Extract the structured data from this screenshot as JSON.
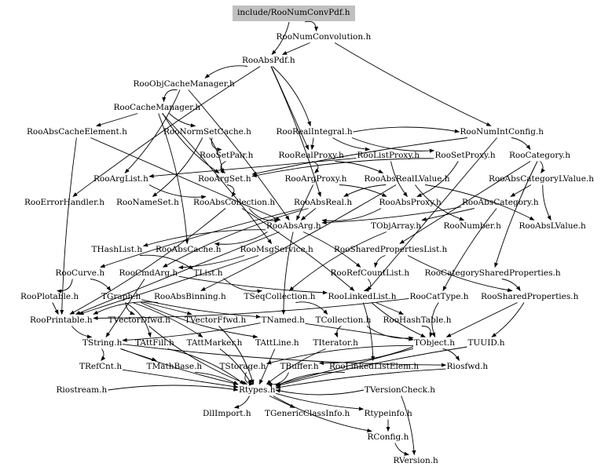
{
  "diagram": {
    "type": "include-dependency-graph",
    "root": "include/RooNumConvPdf.h",
    "colors": {
      "root_fill": "#c0c0c0",
      "edge": "#000000",
      "text": "#000000",
      "background": "#ffffff"
    },
    "nodes": [
      {
        "id": "root",
        "label": "include/RooNumConvPdf.h"
      },
      {
        "id": "RooNumConvolution",
        "label": "RooNumConvolution.h"
      },
      {
        "id": "RooAbsPdf",
        "label": "RooAbsPdf.h"
      },
      {
        "id": "RooObjCacheManager",
        "label": "RooObjCacheManager.h"
      },
      {
        "id": "RooCacheManager",
        "label": "RooCacheManager.h"
      },
      {
        "id": "RooAbsCacheElement",
        "label": "RooAbsCacheElement.h"
      },
      {
        "id": "RooNormSetCache",
        "label": "RooNormSetCache.h"
      },
      {
        "id": "RooRealIntegral",
        "label": "RooRealIntegral.h"
      },
      {
        "id": "RooNumIntConfig",
        "label": "RooNumIntConfig.h"
      },
      {
        "id": "RooSetPair",
        "label": "RooSetPair.h"
      },
      {
        "id": "RooRealProxy",
        "label": "RooRealProxy.h"
      },
      {
        "id": "RooListProxy",
        "label": "RooListProxy.h"
      },
      {
        "id": "RooSetProxy",
        "label": "RooSetProxy.h"
      },
      {
        "id": "RooCategory",
        "label": "RooCategory.h"
      },
      {
        "id": "RooArgList",
        "label": "RooArgList.h"
      },
      {
        "id": "RooArgSet",
        "label": "RooArgSet.h"
      },
      {
        "id": "RooArgProxy",
        "label": "RooArgProxy.h"
      },
      {
        "id": "RooAbsRealLValue",
        "label": "RooAbsRealLValue.h"
      },
      {
        "id": "RooAbsCategoryLValue",
        "label": "RooAbsCategoryLValue.h"
      },
      {
        "id": "RooErrorHandler",
        "label": "RooErrorHandler.h"
      },
      {
        "id": "RooNameSet",
        "label": "RooNameSet.h"
      },
      {
        "id": "RooAbsCollection",
        "label": "RooAbsCollection.h"
      },
      {
        "id": "RooAbsReal",
        "label": "RooAbsReal.h"
      },
      {
        "id": "RooAbsProxy",
        "label": "RooAbsProxy.h"
      },
      {
        "id": "RooAbsCategory",
        "label": "RooAbsCategory.h"
      },
      {
        "id": "RooAbsArg",
        "label": "RooAbsArg.h"
      },
      {
        "id": "TObjArray",
        "label": "TObjArray.h"
      },
      {
        "id": "RooNumber",
        "label": "RooNumber.h"
      },
      {
        "id": "RooAbsLValue",
        "label": "RooAbsLValue.h"
      },
      {
        "id": "THashList",
        "label": "THashList.h"
      },
      {
        "id": "RooAbsCache",
        "label": "RooAbsCache.h"
      },
      {
        "id": "RooMsgService",
        "label": "RooMsgService.h"
      },
      {
        "id": "RooSharedPropertiesList",
        "label": "RooSharedPropertiesList.h"
      },
      {
        "id": "RooCurve",
        "label": "RooCurve.h"
      },
      {
        "id": "RooCmdArg",
        "label": "RooCmdArg.h"
      },
      {
        "id": "TList",
        "label": "TList.h"
      },
      {
        "id": "RooRefCountList",
        "label": "RooRefCountList.h"
      },
      {
        "id": "RooCategorySharedProperties",
        "label": "RooCategorySharedProperties.h"
      },
      {
        "id": "RooPlotable",
        "label": "RooPlotable.h"
      },
      {
        "id": "TGraph",
        "label": "TGraph.h"
      },
      {
        "id": "RooAbsBinning",
        "label": "RooAbsBinning.h"
      },
      {
        "id": "TSeqCollection",
        "label": "TSeqCollection.h"
      },
      {
        "id": "RooLinkedList",
        "label": "RooLinkedList.h"
      },
      {
        "id": "RooCatType",
        "label": "RooCatType.h"
      },
      {
        "id": "RooSharedProperties",
        "label": "RooSharedProperties.h"
      },
      {
        "id": "RooPrintable",
        "label": "RooPrintable.h"
      },
      {
        "id": "TVectorDfwd",
        "label": "TVectorDfwd.h"
      },
      {
        "id": "TVectorFfwd",
        "label": "TVectorFfwd.h"
      },
      {
        "id": "TNamed",
        "label": "TNamed.h"
      },
      {
        "id": "TCollection",
        "label": "TCollection.h"
      },
      {
        "id": "RooHashTable",
        "label": "RooHashTable.h"
      },
      {
        "id": "TString",
        "label": "TString.h"
      },
      {
        "id": "TAttFill",
        "label": "TAttFill.h"
      },
      {
        "id": "TAttMarker",
        "label": "TAttMarker.h"
      },
      {
        "id": "TAttLine",
        "label": "TAttLine.h"
      },
      {
        "id": "TIterator",
        "label": "TIterator.h"
      },
      {
        "id": "TObject",
        "label": "TObject.h"
      },
      {
        "id": "TUUID",
        "label": "TUUID.h"
      },
      {
        "id": "TRefCnt",
        "label": "TRefCnt.h"
      },
      {
        "id": "TMathBase",
        "label": "TMathBase.h"
      },
      {
        "id": "TStorage",
        "label": "TStorage.h"
      },
      {
        "id": "TBuffer",
        "label": "TBuffer.h"
      },
      {
        "id": "RooLinkedListElem",
        "label": "RooLinkedListElem.h"
      },
      {
        "id": "Riosfwd",
        "label": "Riosfwd.h"
      },
      {
        "id": "Riostream",
        "label": "Riostream.h"
      },
      {
        "id": "Rtypes",
        "label": "Rtypes.h"
      },
      {
        "id": "TVersionCheck",
        "label": "TVersionCheck.h"
      },
      {
        "id": "DllImport",
        "label": "DllImport.h"
      },
      {
        "id": "TGenericClassInfo",
        "label": "TGenericClassInfo.h"
      },
      {
        "id": "Rtypeinfo",
        "label": "Rtypeinfo.h"
      },
      {
        "id": "RConfig",
        "label": "RConfig.h"
      },
      {
        "id": "RVersion",
        "label": "RVersion.h"
      }
    ],
    "edges": [
      [
        "root",
        "RooNumConvolution"
      ],
      [
        "root",
        "RooAbsPdf"
      ],
      [
        "RooNumConvolution",
        "RooAbsPdf"
      ],
      [
        "RooNumConvolution",
        "RooNumIntConfig"
      ],
      [
        "RooAbsPdf",
        "RooObjCacheManager"
      ],
      [
        "RooAbsPdf",
        "RooRealIntegral"
      ],
      [
        "RooAbsPdf",
        "RooAbsReal"
      ],
      [
        "RooAbsPdf",
        "RooRealProxy"
      ],
      [
        "RooAbsPdf",
        "RooErrorHandler"
      ],
      [
        "RooObjCacheManager",
        "RooCacheManager"
      ],
      [
        "RooObjCacheManager",
        "RooArgList"
      ],
      [
        "RooObjCacheManager",
        "RooAbsArg"
      ],
      [
        "RooCacheManager",
        "RooAbsCacheElement"
      ],
      [
        "RooCacheManager",
        "RooNormSetCache"
      ],
      [
        "RooCacheManager",
        "RooArgSet"
      ],
      [
        "RooCacheManager",
        "RooAbsCache"
      ],
      [
        "RooCacheManager",
        "RooMsgService"
      ],
      [
        "RooAbsCacheElement",
        "RooAbsArg"
      ],
      [
        "RooAbsCacheElement",
        "RooPrintable"
      ],
      [
        "RooNormSetCache",
        "RooSetPair"
      ],
      [
        "RooNormSetCache",
        "RooNameSet"
      ],
      [
        "RooNormSetCache",
        "RooArgSet"
      ],
      [
        "RooRealIntegral",
        "RooRealProxy"
      ],
      [
        "RooRealIntegral",
        "RooListProxy"
      ],
      [
        "RooRealIntegral",
        "RooSetProxy"
      ],
      [
        "RooRealIntegral",
        "RooNumIntConfig"
      ],
      [
        "RooNumIntConfig",
        "RooCategory"
      ],
      [
        "RooNumIntConfig",
        "RooLinkedList"
      ],
      [
        "RooNumIntConfig",
        "RooArgSet"
      ],
      [
        "RooSetPair",
        "RooArgSet"
      ],
      [
        "RooRealProxy",
        "RooArgProxy"
      ],
      [
        "RooRealProxy",
        "RooAbsRealLValue"
      ],
      [
        "RooListProxy",
        "RooArgList"
      ],
      [
        "RooListProxy",
        "RooAbsProxy"
      ],
      [
        "RooSetProxy",
        "RooArgSet"
      ],
      [
        "RooSetProxy",
        "RooAbsProxy"
      ],
      [
        "RooCategory",
        "RooAbsCategoryLValue"
      ],
      [
        "RooCategory",
        "RooSharedPropertiesList"
      ],
      [
        "RooCategory",
        "RooCategorySharedProperties"
      ],
      [
        "RooArgList",
        "RooAbsCollection"
      ],
      [
        "RooArgSet",
        "RooAbsCollection"
      ],
      [
        "RooArgProxy",
        "RooAbsProxy"
      ],
      [
        "RooArgProxy",
        "RooAbsArg"
      ],
      [
        "RooAbsRealLValue",
        "RooAbsReal"
      ],
      [
        "RooAbsRealLValue",
        "RooNumber"
      ],
      [
        "RooAbsRealLValue",
        "RooAbsLValue"
      ],
      [
        "RooAbsRealLValue",
        "RooAbsBinning"
      ],
      [
        "RooAbsCategoryLValue",
        "RooAbsCategory"
      ],
      [
        "RooAbsCategoryLValue",
        "RooAbsLValue"
      ],
      [
        "RooAbsCollection",
        "RooAbsArg"
      ],
      [
        "RooAbsCollection",
        "RooPrintable"
      ],
      [
        "RooAbsCollection",
        "RooLinkedList"
      ],
      [
        "RooAbsReal",
        "RooAbsArg"
      ],
      [
        "RooAbsReal",
        "RooCurve"
      ],
      [
        "RooAbsReal",
        "RooCmdArg"
      ],
      [
        "RooAbsProxy",
        "RooAbsArg"
      ],
      [
        "RooAbsCategory",
        "RooAbsArg"
      ],
      [
        "RooAbsCategory",
        "TObjArray"
      ],
      [
        "RooAbsCategory",
        "RooCatType"
      ],
      [
        "RooAbsArg",
        "THashList"
      ],
      [
        "RooAbsArg",
        "RooAbsCache"
      ],
      [
        "RooAbsArg",
        "RooRefCountList"
      ],
      [
        "RooAbsArg",
        "RooPrintable"
      ],
      [
        "RooAbsArg",
        "TNamed"
      ],
      [
        "TObjArray",
        "TSeqCollection"
      ],
      [
        "THashList",
        "TList"
      ],
      [
        "RooMsgService",
        "RooCmdArg"
      ],
      [
        "RooMsgService",
        "RooPrintable"
      ],
      [
        "RooSharedPropertiesList",
        "RooRefCountList"
      ],
      [
        "RooSharedPropertiesList",
        "RooSharedProperties"
      ],
      [
        "RooCurve",
        "RooPlotable"
      ],
      [
        "RooCurve",
        "TGraph"
      ],
      [
        "RooCmdArg",
        "TString"
      ],
      [
        "RooCmdArg",
        "RooLinkedList"
      ],
      [
        "TList",
        "TSeqCollection"
      ],
      [
        "RooRefCountList",
        "RooLinkedList"
      ],
      [
        "RooCategorySharedProperties",
        "RooSharedProperties"
      ],
      [
        "RooPlotable",
        "RooPrintable"
      ],
      [
        "TGraph",
        "TNamed"
      ],
      [
        "TGraph",
        "TAttLine"
      ],
      [
        "TGraph",
        "TAttFill"
      ],
      [
        "TGraph",
        "TAttMarker"
      ],
      [
        "TGraph",
        "TVectorFfwd"
      ],
      [
        "TGraph",
        "TVectorDfwd"
      ],
      [
        "RooAbsBinning",
        "RooPrintable"
      ],
      [
        "TSeqCollection",
        "TCollection"
      ],
      [
        "RooLinkedList",
        "RooLinkedListElem"
      ],
      [
        "RooLinkedList",
        "RooHashTable"
      ],
      [
        "RooLinkedList",
        "TObject"
      ],
      [
        "RooCatType",
        "TObject"
      ],
      [
        "RooCatType",
        "RooPrintable"
      ],
      [
        "RooSharedProperties",
        "TUUID"
      ],
      [
        "RooSharedProperties",
        "TObject"
      ],
      [
        "RooPrintable",
        "TString"
      ],
      [
        "TVectorDfwd",
        "Rtypes"
      ],
      [
        "TVectorFfwd",
        "Rtypes"
      ],
      [
        "TNamed",
        "TString"
      ],
      [
        "TNamed",
        "TObject"
      ],
      [
        "TCollection",
        "TIterator"
      ],
      [
        "TCollection",
        "TObject"
      ],
      [
        "RooHashTable",
        "TObject"
      ],
      [
        "TString",
        "TRefCnt"
      ],
      [
        "TString",
        "TMathBase"
      ],
      [
        "TString",
        "Rtypes"
      ],
      [
        "TString",
        "Riosfwd"
      ],
      [
        "TAttFill",
        "Rtypes"
      ],
      [
        "TAttMarker",
        "Rtypes"
      ],
      [
        "TAttLine",
        "Rtypes"
      ],
      [
        "TIterator",
        "Rtypes"
      ],
      [
        "TObject",
        "TStorage"
      ],
      [
        "TObject",
        "TBuffer"
      ],
      [
        "TObject",
        "Riosfwd"
      ],
      [
        "TObject",
        "Rtypes"
      ],
      [
        "TUUID",
        "Rtypes"
      ],
      [
        "TStorage",
        "Rtypes"
      ],
      [
        "TBuffer",
        "Rtypes"
      ],
      [
        "TMathBase",
        "Rtypes"
      ],
      [
        "TRefCnt",
        "Rtypes"
      ],
      [
        "Riosfwd",
        "Rtypes"
      ],
      [
        "RooLinkedListElem",
        "Rtypes"
      ],
      [
        "Riostream",
        "Rtypes"
      ],
      [
        "Rtypes",
        "DllImport"
      ],
      [
        "Rtypes",
        "TGenericClassInfo"
      ],
      [
        "Rtypes",
        "Rtypeinfo"
      ],
      [
        "Rtypes",
        "RConfig"
      ],
      [
        "TVersionCheck",
        "Rtypes"
      ],
      [
        "TVersionCheck",
        "RVersion"
      ],
      [
        "Rtypeinfo",
        "RConfig"
      ],
      [
        "RConfig",
        "RVersion"
      ]
    ]
  }
}
